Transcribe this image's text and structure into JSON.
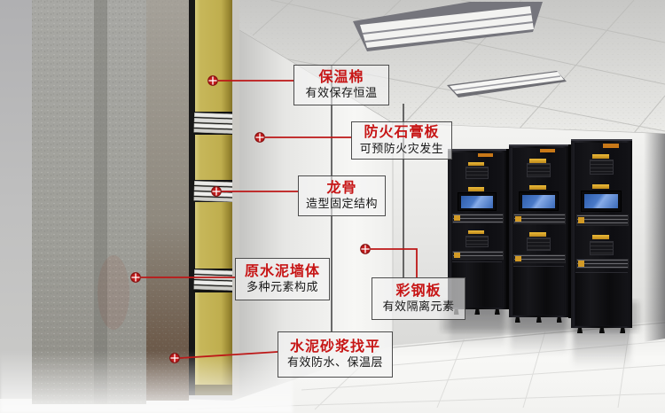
{
  "annotations": [
    {
      "title": "保温棉",
      "subtitle": "有效保存恒温"
    },
    {
      "title": "防火石膏板",
      "subtitle": "可预防火灾发生"
    },
    {
      "title": "龙骨",
      "subtitle": "造型固定结构"
    },
    {
      "title": "原水泥墙体",
      "subtitle": "多种元素构成"
    },
    {
      "title": "彩钢板",
      "subtitle": "有效隔离元素"
    },
    {
      "title": "水泥砂浆找平",
      "subtitle": "有效防水、保温层"
    }
  ],
  "icons": {
    "marker": "crosshair-target-icon"
  },
  "colors": {
    "annotation_line_red": "#bd1717",
    "callout_title_red": "#c71616",
    "callout_border_gray": "#4d4d4d",
    "connector_dark": "#3c3c3c",
    "insulation_yellow": "#c2b254",
    "concrete_gray": "#9c9c96",
    "rack_black": "#0c0c0e",
    "rack_screen_blue": "#4a7ac8",
    "rack_accent_orange": "#d9a62c",
    "wall_white": "#f5f5f3"
  }
}
